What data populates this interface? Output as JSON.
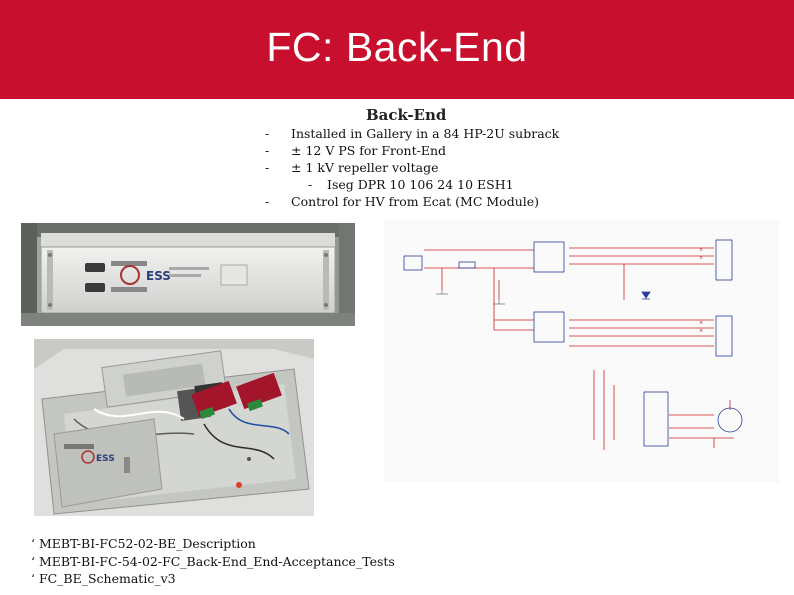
{
  "slide": {
    "title": "FC: Back-End",
    "heading": "Back-End",
    "bullets": [
      {
        "marker": "-",
        "text": "Installed in Gallery in a 84 HP-2U subrack"
      },
      {
        "marker": "-",
        "text": "± 12  V PS for Front-End"
      },
      {
        "marker": "-",
        "text": "± 1 kV repeller voltage"
      },
      {
        "marker": "-",
        "text": "Iseg DPR 10 106 24 10 ESH1"
      },
      {
        "marker": "-",
        "text": "Control for HV from Ecat (MC Module)"
      }
    ],
    "references": [
      "‘ MEBT-BI-FC52-02-BE_Description",
      "‘ MEBT-BI-FC-54-02-FC_Back-End_End-Acceptance_Tests",
      "‘ FC_BE_Schematic_v3"
    ]
  },
  "photos": {
    "front_label": "ESS",
    "inside_label": "ESS"
  },
  "colors": {
    "banner": "#c8102e",
    "title_text": "#ffffff",
    "schematic_red": "#cc2222",
    "schematic_blue": "#2a3c9a"
  }
}
